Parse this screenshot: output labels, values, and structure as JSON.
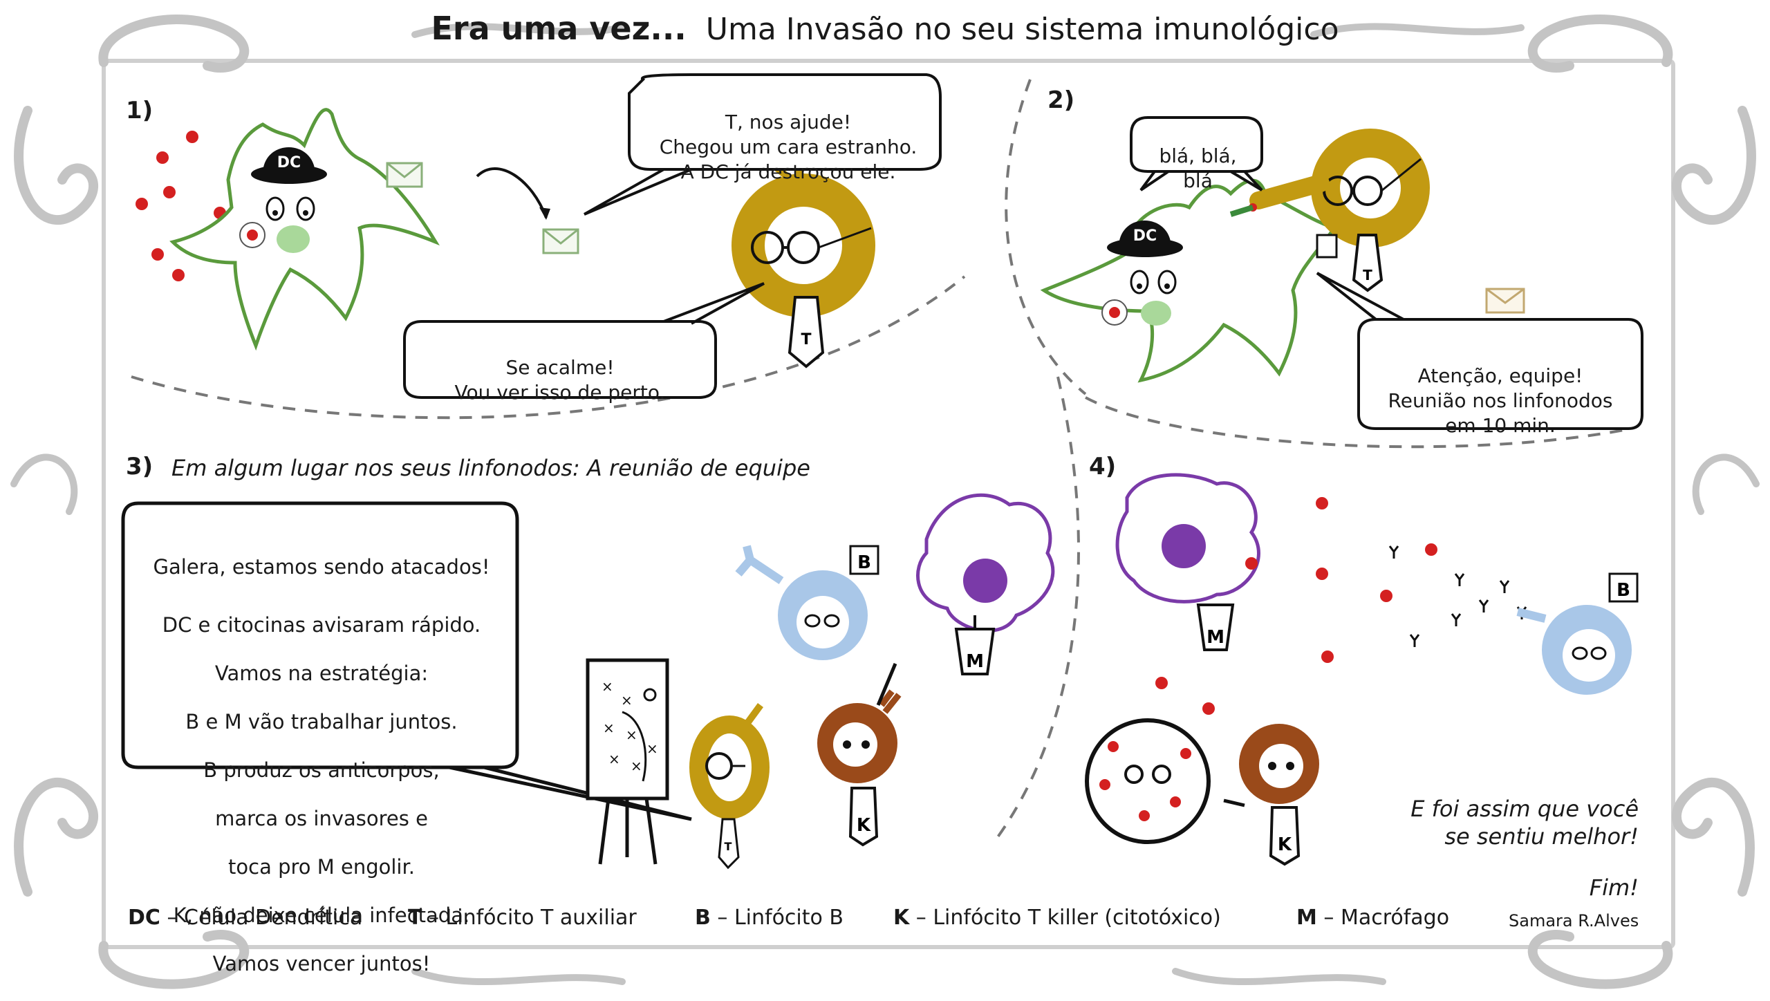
{
  "title": {
    "bold": "Era uma vez...",
    "rest": "Uma Invasão no seu sistema imunológico"
  },
  "panels": {
    "p1": {
      "number": "1)",
      "bubble_t": [
        "T, nos ajude!",
        "Chegou um cara estranho.",
        "A DC já destroçou ele."
      ],
      "bubble_reply": [
        "Se acalme!",
        "Vou ver isso de perto."
      ],
      "hat_label": "DC",
      "tie_label": "T"
    },
    "p2": {
      "number": "2)",
      "bubble_bla": [
        "blá, blá,",
        "blá"
      ],
      "bubble_team": [
        "Atenção, equipe!",
        "Reunião nos linfonodos",
        "em 10 min."
      ],
      "hat_label": "DC",
      "tie_label": "T"
    },
    "p3": {
      "number": "3)",
      "caption": "Em algum lugar nos seus linfonodos: A reunião de equipe",
      "speech": [
        "Galera, estamos sendo atacados!",
        "DC e citocinas avisaram rápido.",
        "Vamos na estratégia:",
        "B e M vão trabalhar juntos.",
        "B produz os anticorpos,",
        "marca os invasores e",
        "toca pro M engolir.",
        "K, não deixe célula infectada.",
        "Vamos vencer juntos!"
      ],
      "labels": {
        "b": "B",
        "m": "M",
        "k": "K",
        "t": "T"
      }
    },
    "p4": {
      "number": "4)",
      "ending": [
        "E foi assim que você",
        "se sentiu melhor!"
      ],
      "fim": "Fim!",
      "labels": {
        "b": "B",
        "m": "M",
        "k": "K"
      }
    }
  },
  "legend": [
    {
      "key": "DC",
      "desc": "– Célula Dendrítica"
    },
    {
      "key": "T",
      "desc": "– Linfócito T auxiliar"
    },
    {
      "key": "B",
      "desc": "– Linfócito B"
    },
    {
      "key": "K",
      "desc": "– Linfócito T killer (citotóxico)"
    },
    {
      "key": "M",
      "desc": "– Macrófago"
    }
  ],
  "author": "Samara R.Alves",
  "colors": {
    "frame": "#c4c4c4",
    "dendritic": "#5a9a3c",
    "nucleus_green": "#a9d89a",
    "t_cell": "#c29a12",
    "b_cell": "#a9c7e8",
    "macrophage": "#7a3aa8",
    "k_cell": "#9a4a1a",
    "virus": "#d42020"
  }
}
